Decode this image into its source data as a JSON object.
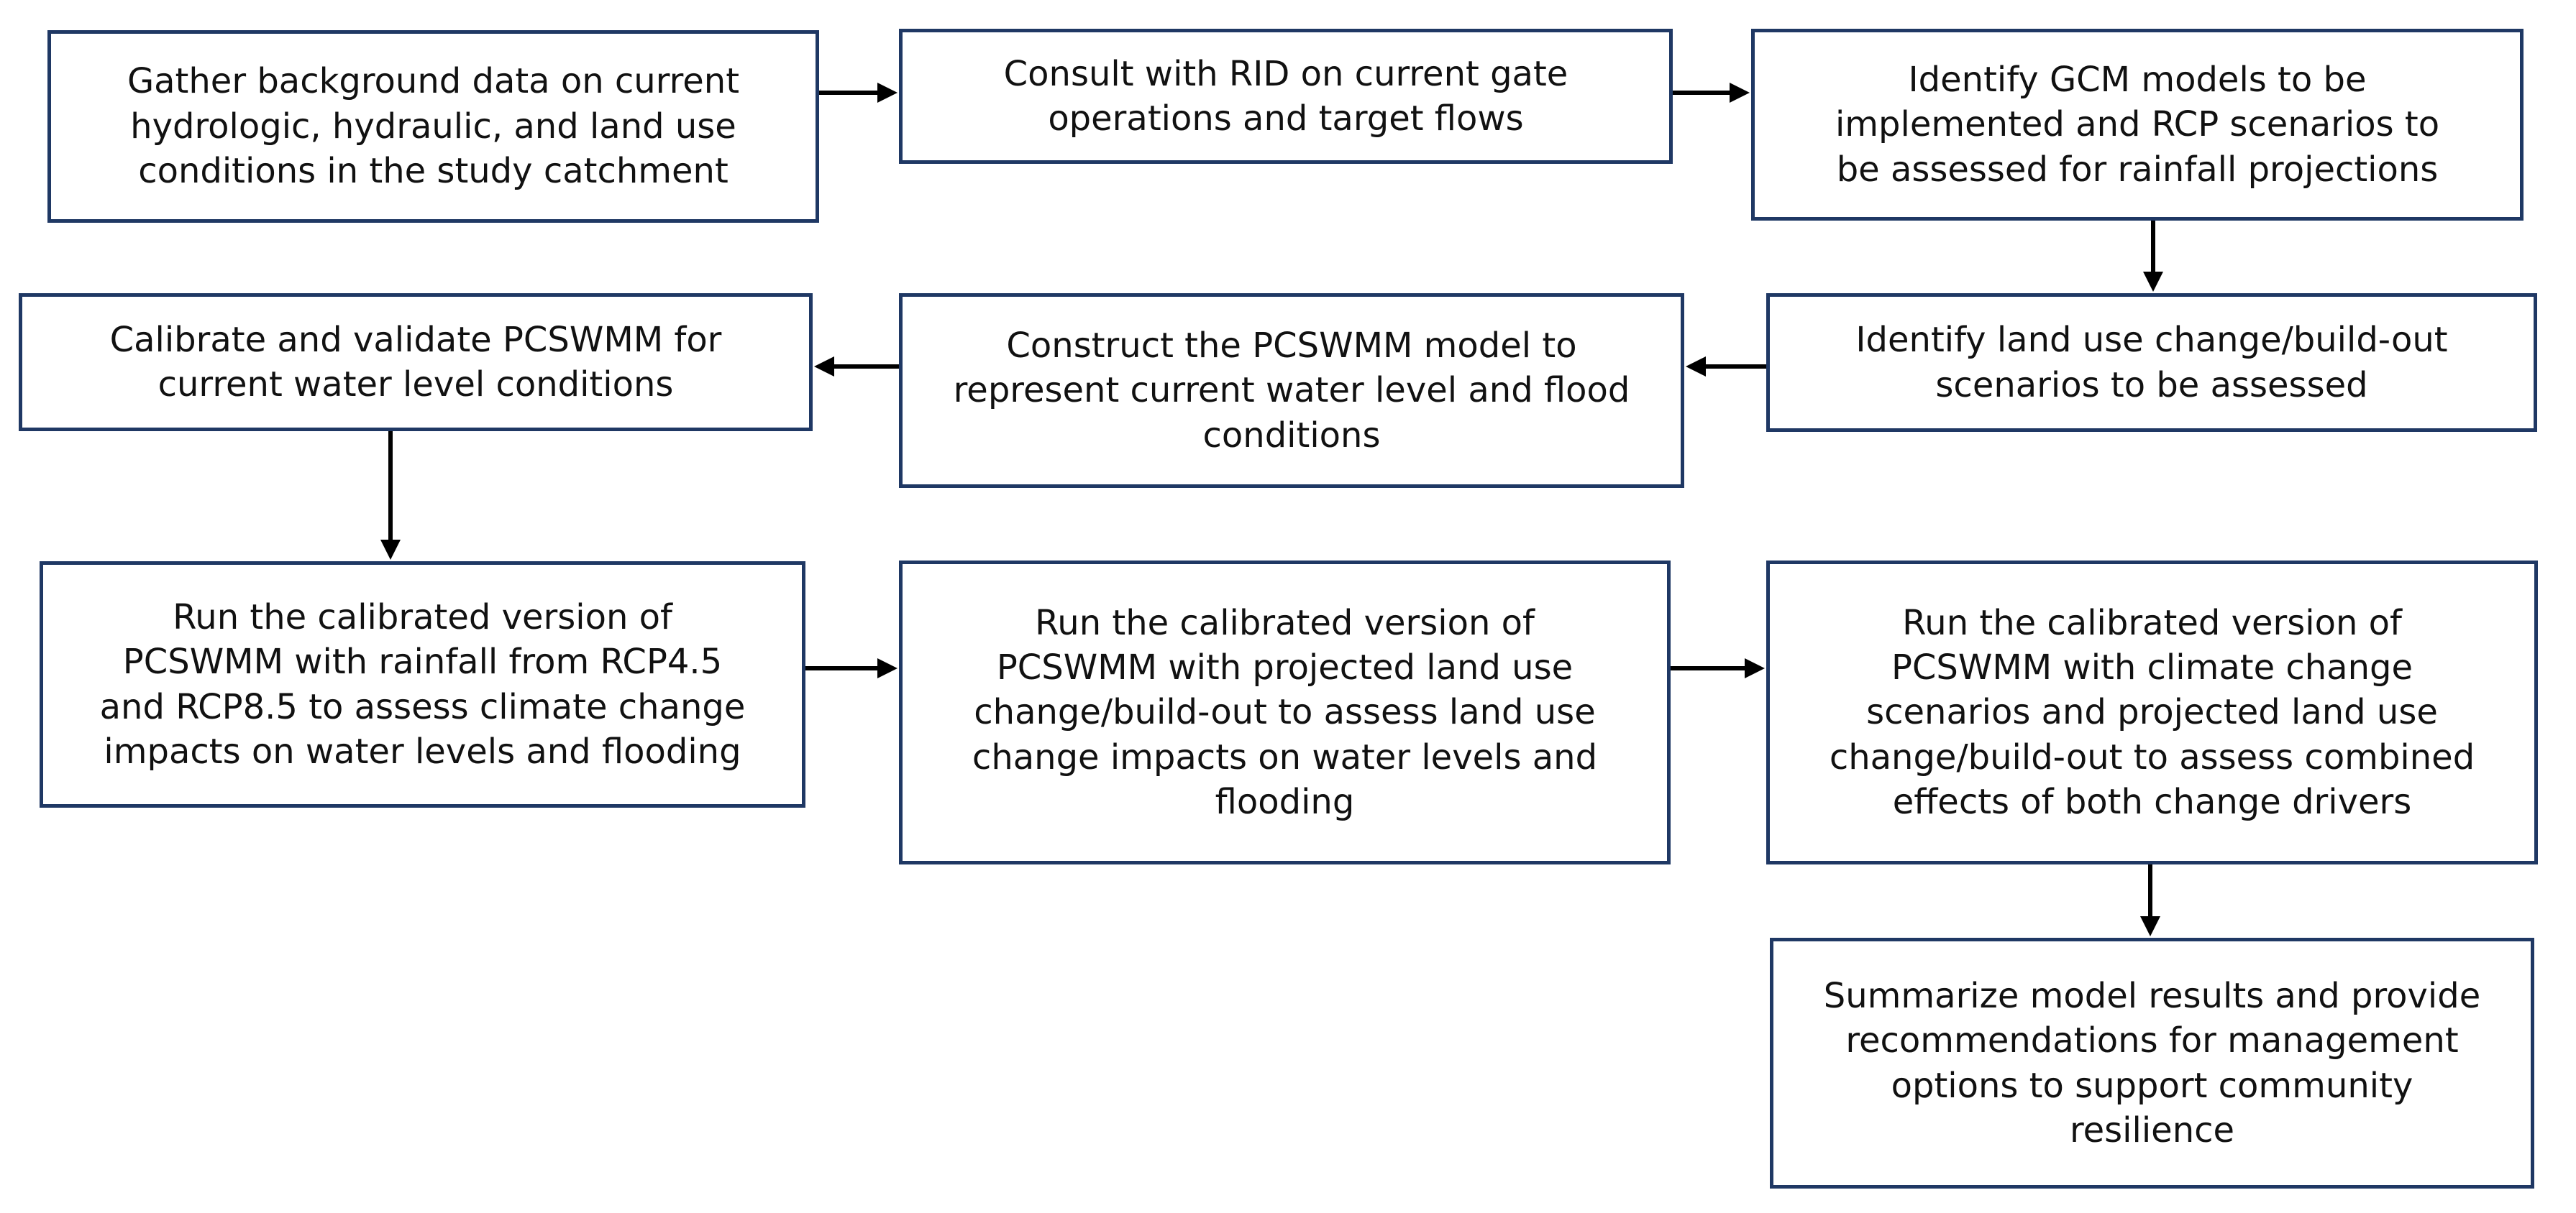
{
  "steps": [
    {
      "id": "s1",
      "text": "Gather background data on current\nhydrologic, hydraulic, and land use\nconditions in the study catchment"
    },
    {
      "id": "s2",
      "text": "Consult with RID on current gate\noperations and target flows"
    },
    {
      "id": "s3",
      "text": "Identify GCM models to be\nimplemented and RCP scenarios to\nbe assessed for rainfall projections"
    },
    {
      "id": "s4",
      "text": "Identify land use change/build-out\nscenarios to be assessed"
    },
    {
      "id": "s5",
      "text": "Construct the PCSWMM model to\nrepresent current water level and flood\nconditions"
    },
    {
      "id": "s6",
      "text": "Calibrate and validate PCSWMM for\ncurrent water level conditions"
    },
    {
      "id": "s7",
      "text": "Run the calibrated version of\nPCSWMM with rainfall from RCP4.5\nand RCP8.5 to assess climate change\nimpacts on water levels and flooding"
    },
    {
      "id": "s8",
      "text": "Run the calibrated version of\nPCSWMM with projected land use\nchange/build-out to assess land use\nchange impacts on water levels and\nflooding"
    },
    {
      "id": "s9",
      "text": "Run the calibrated version of\nPCSWMM with climate change\nscenarios and projected land use\nchange/build-out to assess combined\neffects of both change drivers"
    },
    {
      "id": "s10",
      "text": "Summarize model results and provide\nrecommendations for management\noptions to support community\nresilience"
    }
  ],
  "colors": {
    "box_border": "#1f3864",
    "arrow": "#000000",
    "text": "#111111"
  }
}
